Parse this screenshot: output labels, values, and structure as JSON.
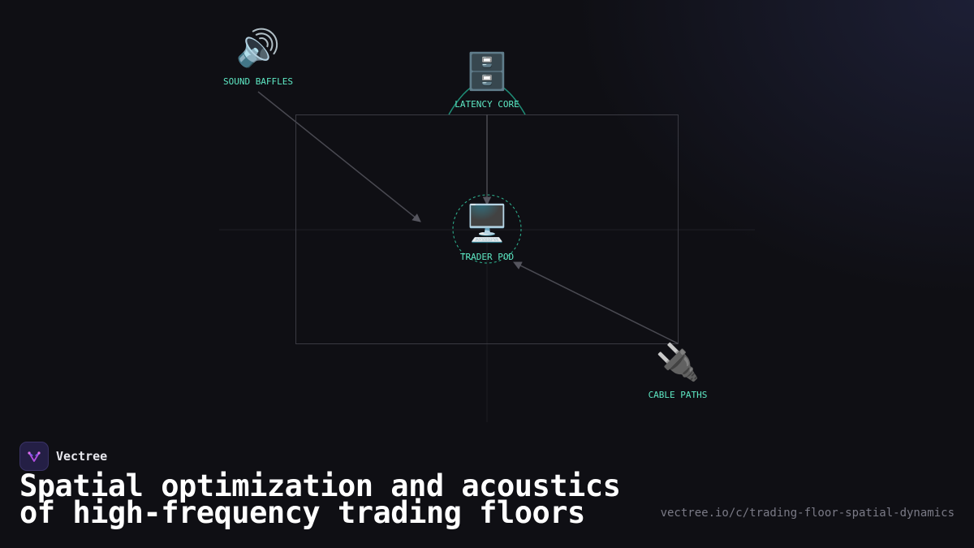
{
  "diagram": {
    "nodes": {
      "sound_baffles": {
        "label": "SOUND BAFFLES",
        "icon": "speaker-icon",
        "glyph": "🔊"
      },
      "latency_core": {
        "label": "LATENCY CORE",
        "icon": "file-cabinet-icon",
        "glyph": "🗄️"
      },
      "trader_pod": {
        "label": "TRADER POD",
        "icon": "desktop-computer-icon",
        "glyph": "🖥️"
      },
      "cable_paths": {
        "label": "CABLE PATHS",
        "icon": "electric-plug-icon",
        "glyph": "🔌"
      }
    },
    "edges": [
      {
        "from": "sound_baffles",
        "to": "trader_pod"
      },
      {
        "from": "latency_core",
        "to": "trader_pod"
      },
      {
        "from": "cable_paths",
        "to": "trader_pod"
      }
    ],
    "colors": {
      "accent": "#5ee8c4",
      "edge": "#4a4a52",
      "frame": "#3a3a42"
    }
  },
  "brand": {
    "name": "Vectree",
    "logo_icon": "vectree-logo-icon"
  },
  "title": {
    "line1": "Spatial optimization and acoustics",
    "line2": "of high-frequency trading floors"
  },
  "url": "vectree.io/c/trading-floor-spatial-dynamics"
}
